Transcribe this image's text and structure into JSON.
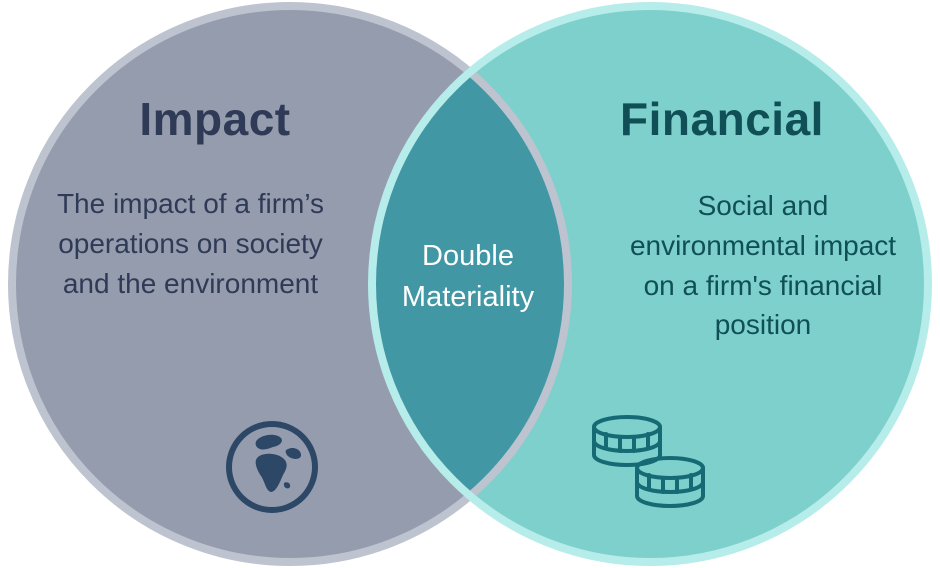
{
  "venn": {
    "left": {
      "title": "Impact",
      "description": "The impact of a firm’s operations on society and the environment",
      "icon": "globe-icon",
      "fill": "#959cae",
      "stroke": "#bdc3cf",
      "text_color": "#2f3a56",
      "icon_color": "#2d4766"
    },
    "right": {
      "title": "Financial",
      "description": "Social and environmental impact on a firm's financial position",
      "icon": "coins-icon",
      "fill": "#7ed0cc",
      "stroke": "#b6ecea",
      "text_color": "#0f4f55",
      "icon_color": "#156a73"
    },
    "overlap": {
      "label": "Double Materiality",
      "fill": "#4197a4",
      "text_color": "#ffffff"
    }
  }
}
